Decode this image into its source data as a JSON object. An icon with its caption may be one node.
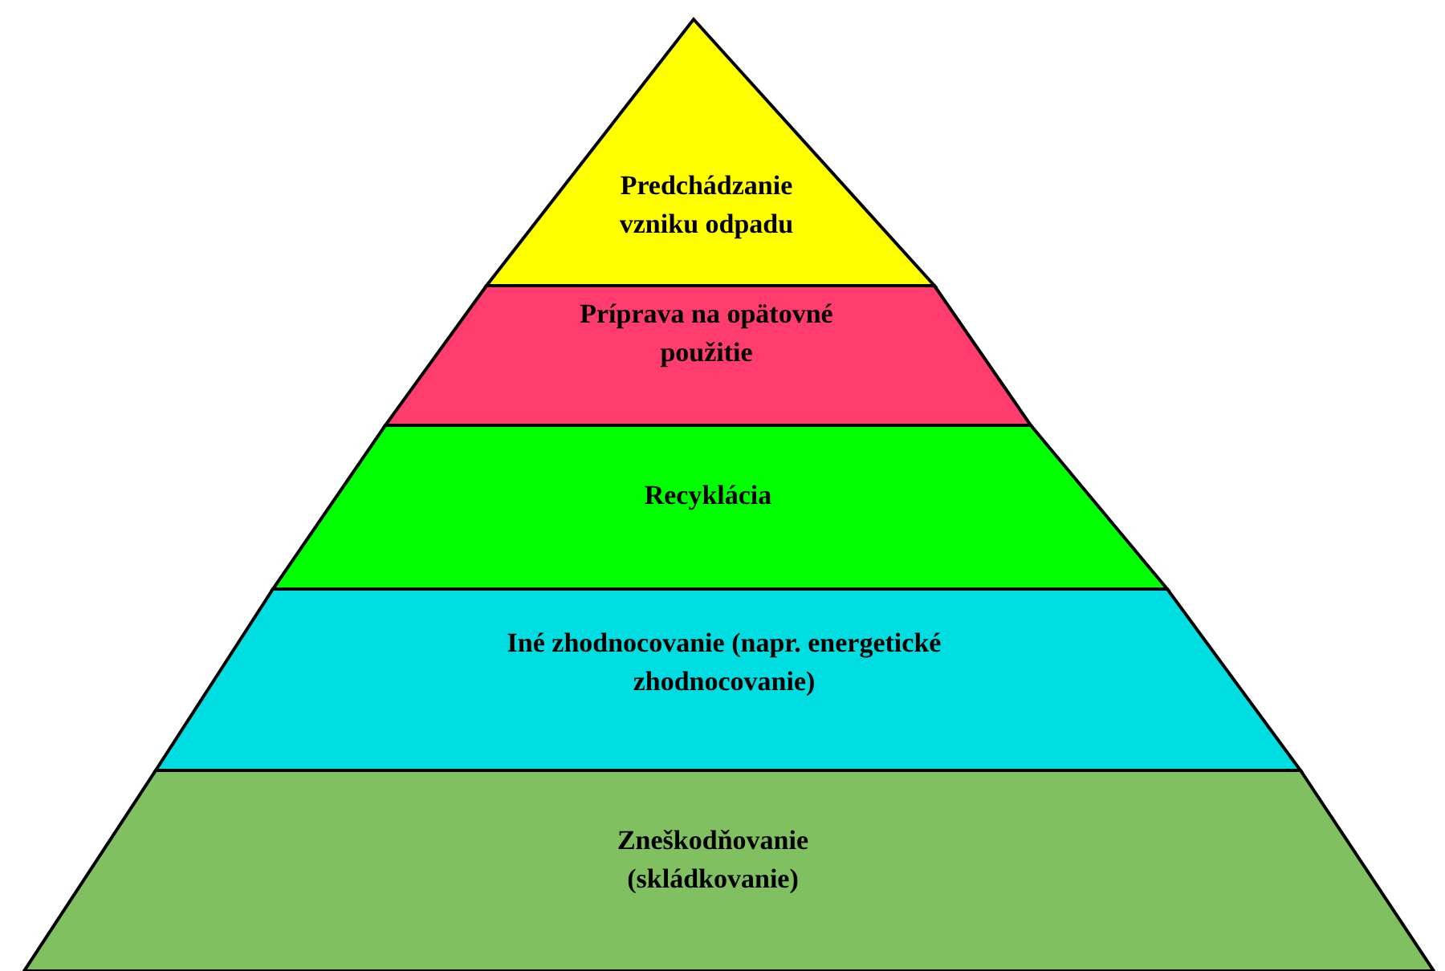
{
  "diagram": {
    "nodes": [
      {
        "text": [
          "Predchádzanie vzniku odpadu"
        ]
      },
      {
        "text": [
          "Príprava na opätovné použitie"
        ]
      },
      {
        "text": [
          "Recyklácia"
        ]
      },
      {
        "text": [
          "Iné zhodnocovanie (napr. energetické zhodnocovanie)"
        ]
      },
      {
        "text": [
          "Zneškodňovanie (skládkovanie)"
        ]
      }
    ]
  }
}
